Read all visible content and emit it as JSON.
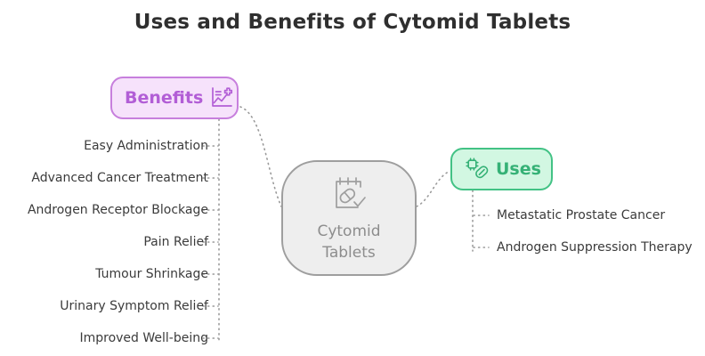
{
  "page": {
    "title": "Uses and Benefits of Cytomid Tablets",
    "background_color": "#ffffff"
  },
  "center_node": {
    "label_line1": "Cytomid",
    "label_line2": "Tablets",
    "icon": "calendar-pill-check-icon",
    "fill_color": "#eeeeee",
    "border_color": "#9e9e9e",
    "text_color": "#8d8d8d"
  },
  "branches": [
    {
      "id": "benefits",
      "label": "Benefits",
      "icon": "health-chart-plus-icon",
      "fill_color": "#f6e2fb",
      "border_color": "#c77fdd",
      "text_color": "#b25ed6",
      "items": [
        "Easy Administration",
        "Advanced Cancer Treatment",
        "Androgen Receptor Blockage",
        "Pain Relief",
        "Tumour Shrinkage",
        "Urinary Symptom Relief",
        "Improved Well-being"
      ]
    },
    {
      "id": "uses",
      "label": "Uses",
      "icon": "virus-capsule-icon",
      "fill_color": "#d2f7e2",
      "border_color": "#42c285",
      "text_color": "#35b176",
      "items": [
        "Metastatic Prostate Cancer",
        "Androgen Suppression Therapy"
      ]
    }
  ],
  "connectors": {
    "style": "dotted",
    "color": "#9a9a9a"
  }
}
